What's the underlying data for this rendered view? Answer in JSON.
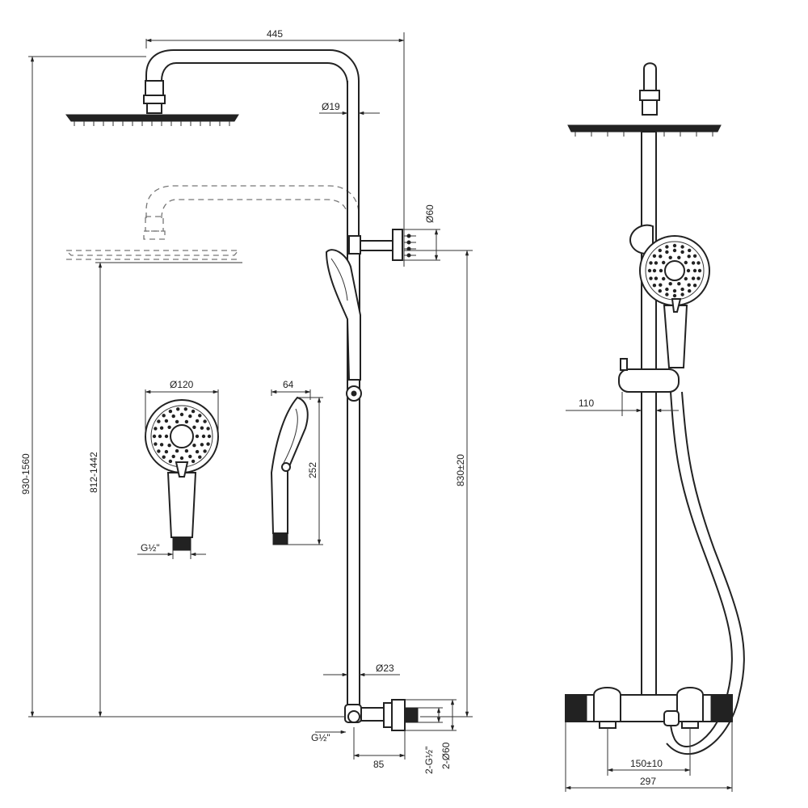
{
  "dimensions": {
    "rail_width": "445",
    "pipe_diameter": "Ø19",
    "bracket_diameter": "Ø60",
    "total_height": "930-1560",
    "head_height": "812-1442",
    "rail_height": "830±20",
    "hand_diameter": "Ø120",
    "hand_depth": "64",
    "hand_length": "252",
    "hand_thread": "G½\"",
    "lower_pipe_diameter": "Ø23",
    "inlet_thread": "G½\"",
    "inlet_offset": "85",
    "inlet_threads": "2-G½\"",
    "inlet_covers": "2-Ø60",
    "side_offset": "110",
    "inlet_spacing": "150±10",
    "mixer_width": "297"
  }
}
